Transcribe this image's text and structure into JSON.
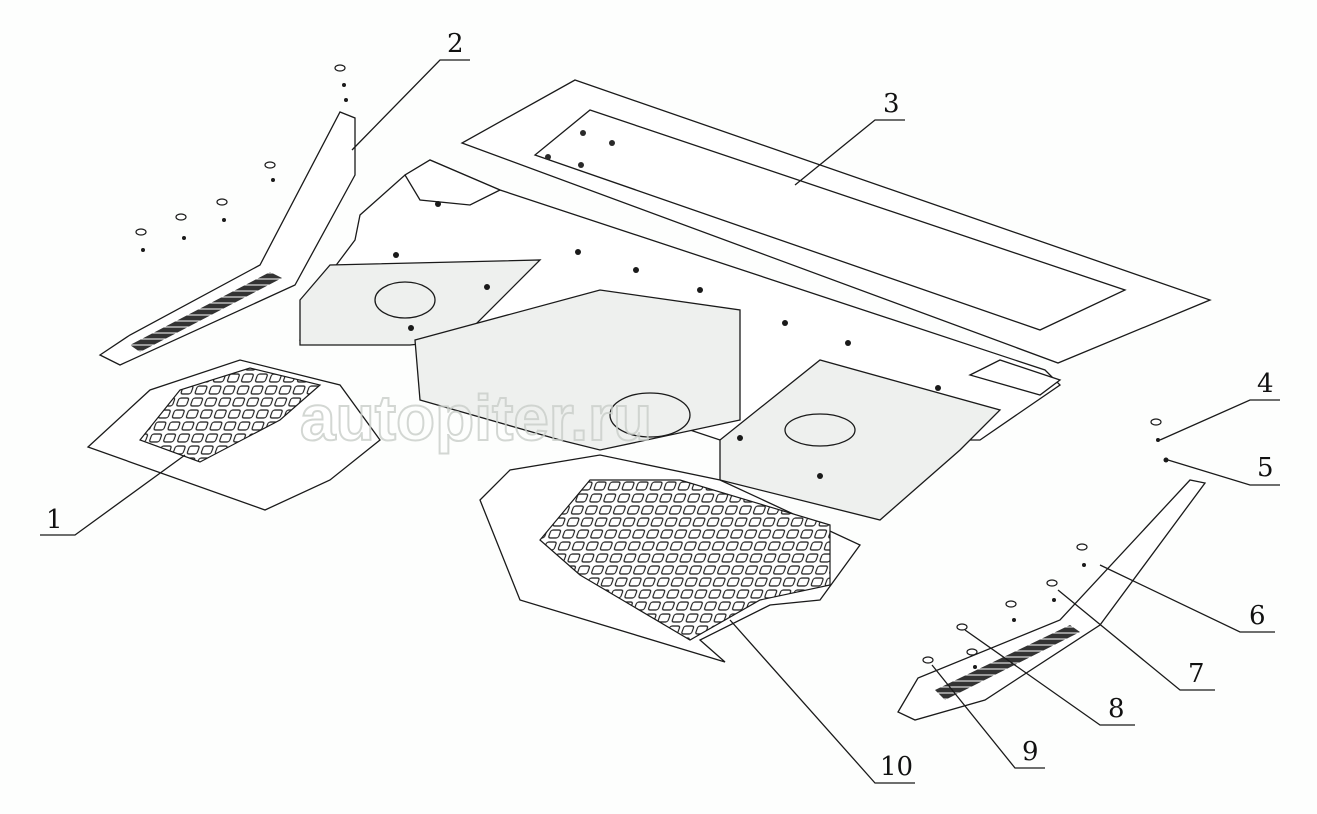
{
  "diagram": {
    "watermark": "autopiter.ru",
    "callouts": [
      {
        "id": "1",
        "label": "1"
      },
      {
        "id": "2",
        "label": "2"
      },
      {
        "id": "3",
        "label": "3"
      },
      {
        "id": "4",
        "label": "4"
      },
      {
        "id": "5",
        "label": "5"
      },
      {
        "id": "6",
        "label": "6"
      },
      {
        "id": "7",
        "label": "7"
      },
      {
        "id": "8",
        "label": "8"
      },
      {
        "id": "9",
        "label": "9"
      },
      {
        "id": "10",
        "label": "10"
      }
    ]
  }
}
